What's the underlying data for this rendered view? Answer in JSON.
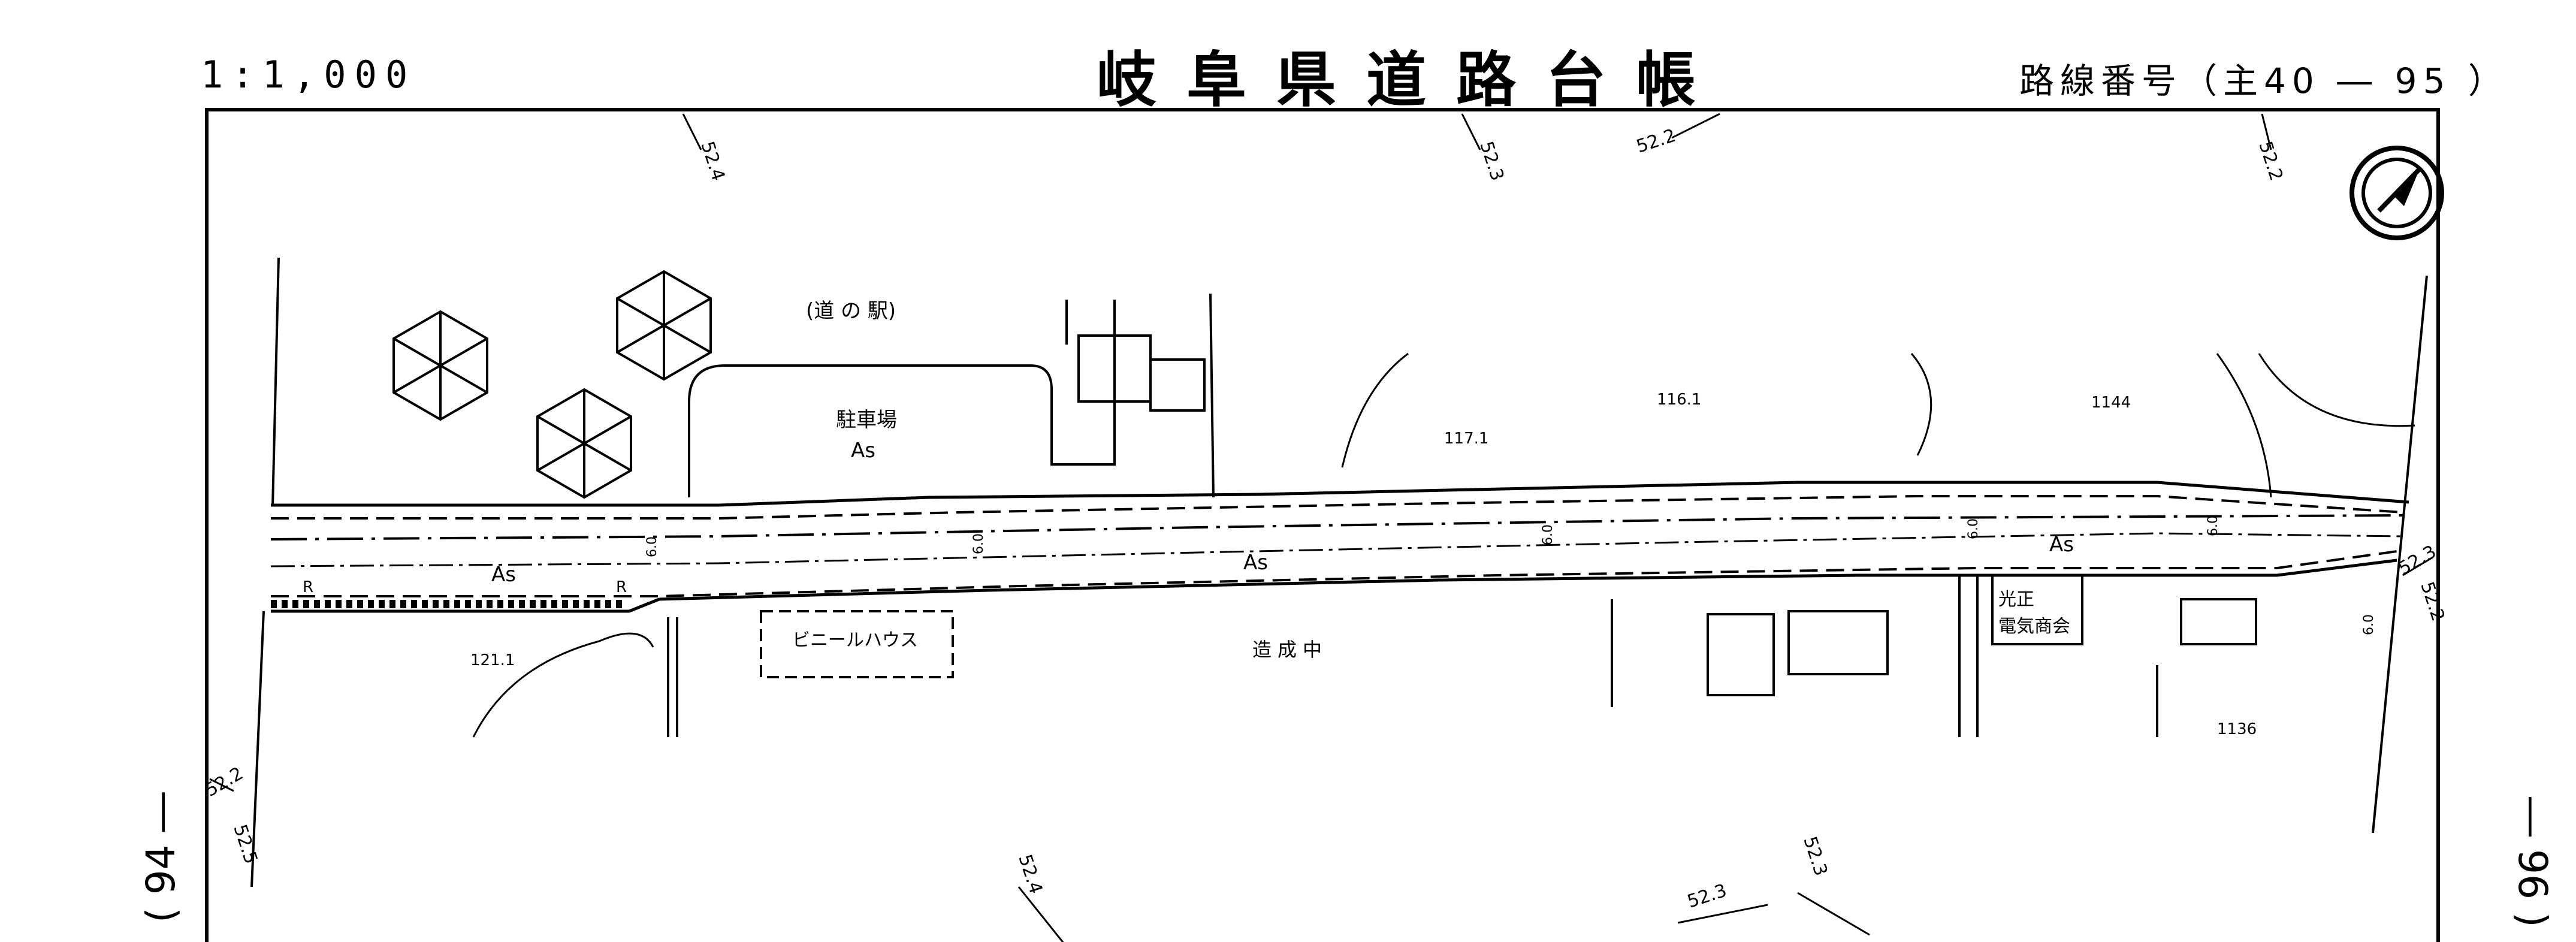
{
  "header": {
    "scale": "1:1,000",
    "title": "岐阜県道路台帳",
    "route_label": "路線番号（主40 ― 95 ）"
  },
  "sheet_refs": {
    "left": "( 94 ―",
    "right": "― 96 )"
  },
  "map_labels": {
    "michi_no_eki": "(道 の 駅)",
    "parking": "駐車場",
    "as_parking": "As",
    "vinyl_house": "ビニールハウス",
    "under_construction": "造成中",
    "shop_line1": "光正",
    "shop_line2": "電気商会",
    "as_road_left": "As",
    "as_road_mid": "As",
    "as_road_right": "As",
    "r_left": "R",
    "r_mid": "R",
    "width_1": "6.0",
    "width_2": "6.0",
    "width_3": "6.0",
    "width_4": "6.0",
    "width_5": "6.0",
    "width_6": "6.0"
  },
  "elevations": {
    "e1": "121.1",
    "e2": "117.1",
    "e3": "116.1",
    "e4": "1144",
    "e5": "1136"
  },
  "contours": {
    "c524_top": "52.4",
    "c523_top": "52.3",
    "c522_top": "52.2",
    "c522_topright": "52.2",
    "c522_left": "52.2",
    "c525_left": "52.5",
    "c524_bottom": "52.4",
    "c523_bottom": "52.3",
    "c523_bottom2": "52.3",
    "c523_right": "52.3",
    "c522_right": "52.2"
  },
  "symbols": {
    "north_arrow": "north-arrow-icon",
    "tree_symbol": "hexagon-tree-icon"
  }
}
